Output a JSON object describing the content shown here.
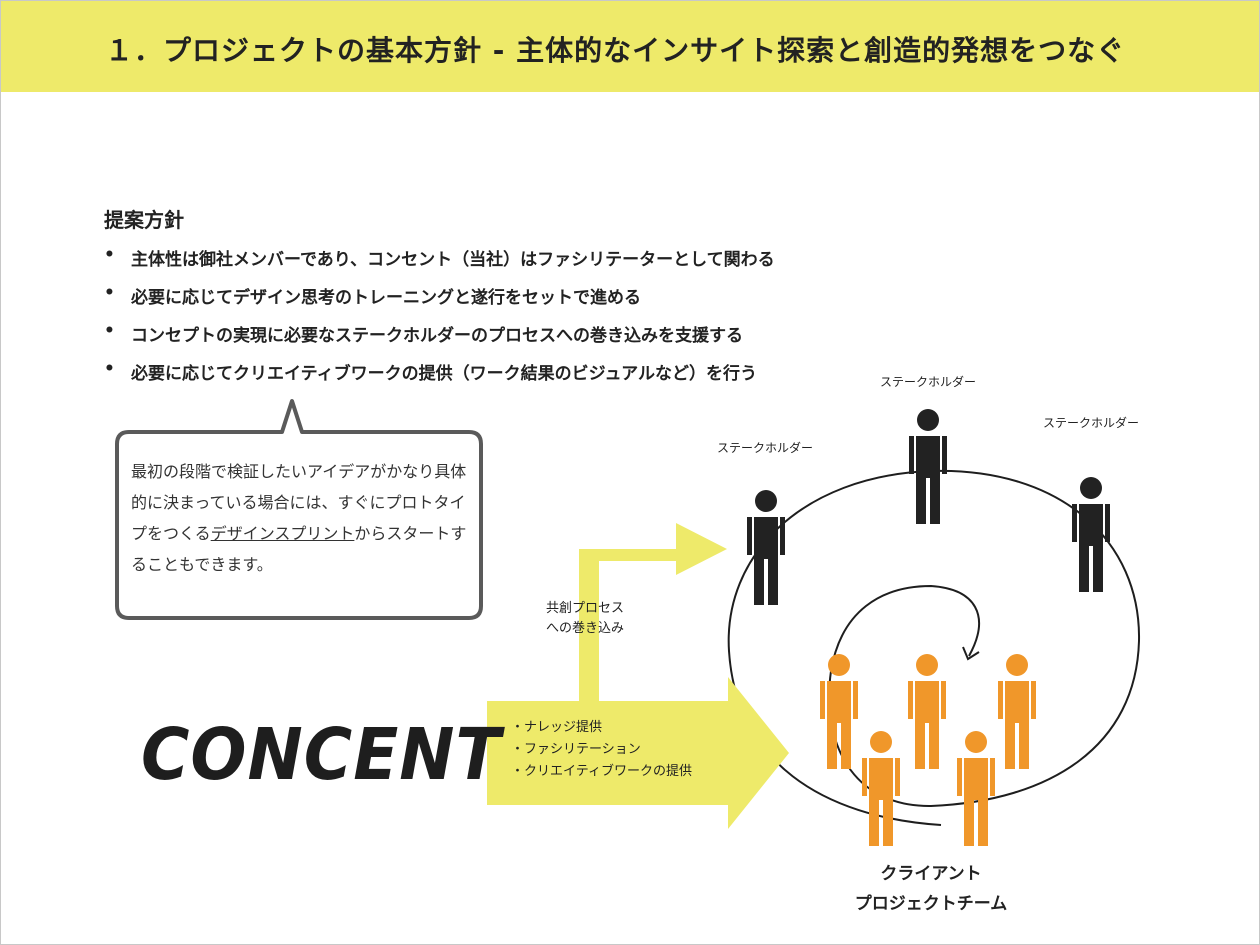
{
  "header": {
    "title": "１．プロジェクトの基本方針 - 主体的なインサイト探索と創造的発想をつなぐ"
  },
  "proposal": {
    "title": "提案方針",
    "items": [
      "主体性は御社メンバーであり、コンセント（当社）はファシリテーターとして関わる",
      "必要に応じてデザイン思考のトレーニングと遂行をセットで進める",
      "コンセプトの実現に必要なステークホルダーのプロセスへの巻き込みを支援する",
      "必要に応じてクリエイティブワークの提供（ワーク結果のビジュアルなど）を行う"
    ]
  },
  "callout": {
    "before": "最初の段階で検証したいアイデアがかなり具体的に決まっている場合には、すぐにプロトタイプをつくる",
    "link": "デザインスプリント",
    "after": "からスタートすることもできます。"
  },
  "brand": {
    "logo_text": "CONCENT"
  },
  "diagram": {
    "stakeholder_label": "ステークホルダー",
    "process_label_line1": "共創プロセス",
    "process_label_line2": "への巻き込み",
    "offerings": [
      "・ナレッジ提供",
      "・ファシリテーション",
      "・クリエイティブワークの提供"
    ],
    "client_line1": "クライアント",
    "client_line2": "プロジェクトチーム"
  },
  "colors": {
    "header_bg": "#eeea6a",
    "arrow_yellow": "#eeea6a",
    "client_orange": "#f0972a",
    "stakeholder_black": "#222222",
    "callout_border": "#5a5a5a"
  },
  "icons": {
    "person": "person-icon",
    "arrow": "arrow-icon"
  }
}
